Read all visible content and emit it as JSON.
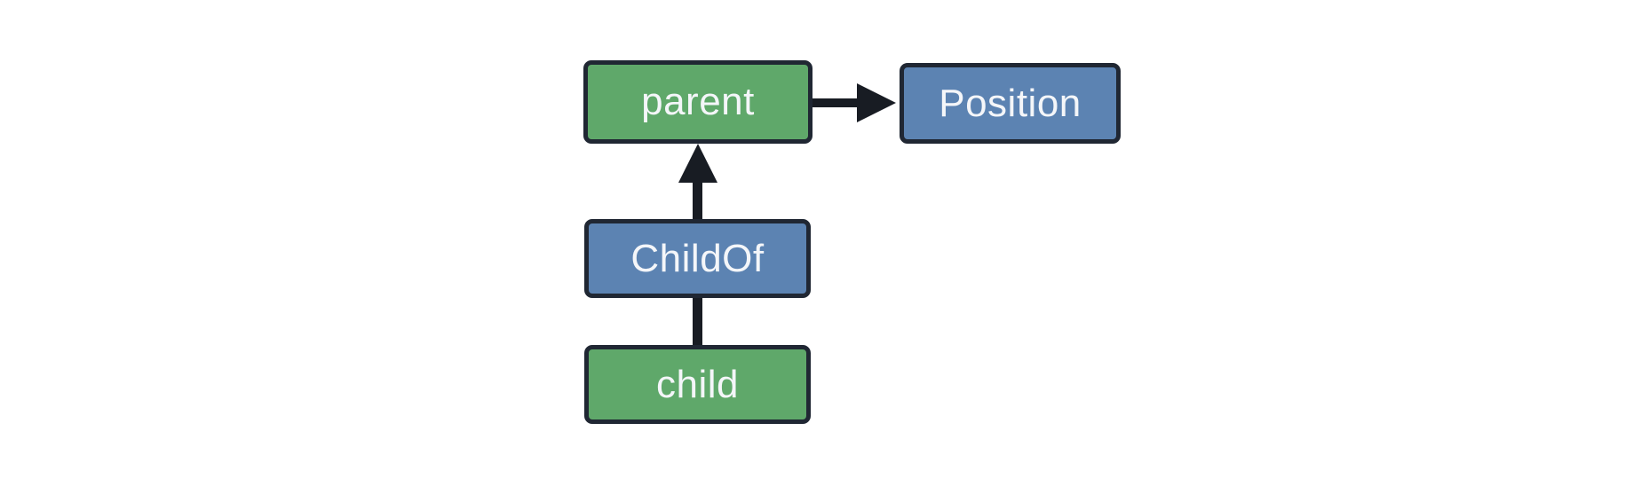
{
  "diagram": {
    "background_color": "#ffffff",
    "node_border_color": "#202733",
    "node_text_color": "#f4f6f9",
    "edge_color": "#181c23",
    "entity_node_color": "#5fa86a",
    "component_node_color": "#5c83b2",
    "nodes": [
      {
        "id": "parent",
        "label": "parent",
        "kind": "entity"
      },
      {
        "id": "Position",
        "label": "Position",
        "kind": "component"
      },
      {
        "id": "ChildOf",
        "label": "ChildOf",
        "kind": "relationship"
      },
      {
        "id": "child",
        "label": "child",
        "kind": "entity"
      }
    ],
    "edges": [
      {
        "from": "parent",
        "to": "Position",
        "style": "arrow",
        "direction": "right"
      },
      {
        "from": "ChildOf",
        "to": "parent",
        "style": "arrow",
        "direction": "up"
      },
      {
        "from": "child",
        "to": "ChildOf",
        "style": "plain-line",
        "direction": "up"
      }
    ]
  }
}
